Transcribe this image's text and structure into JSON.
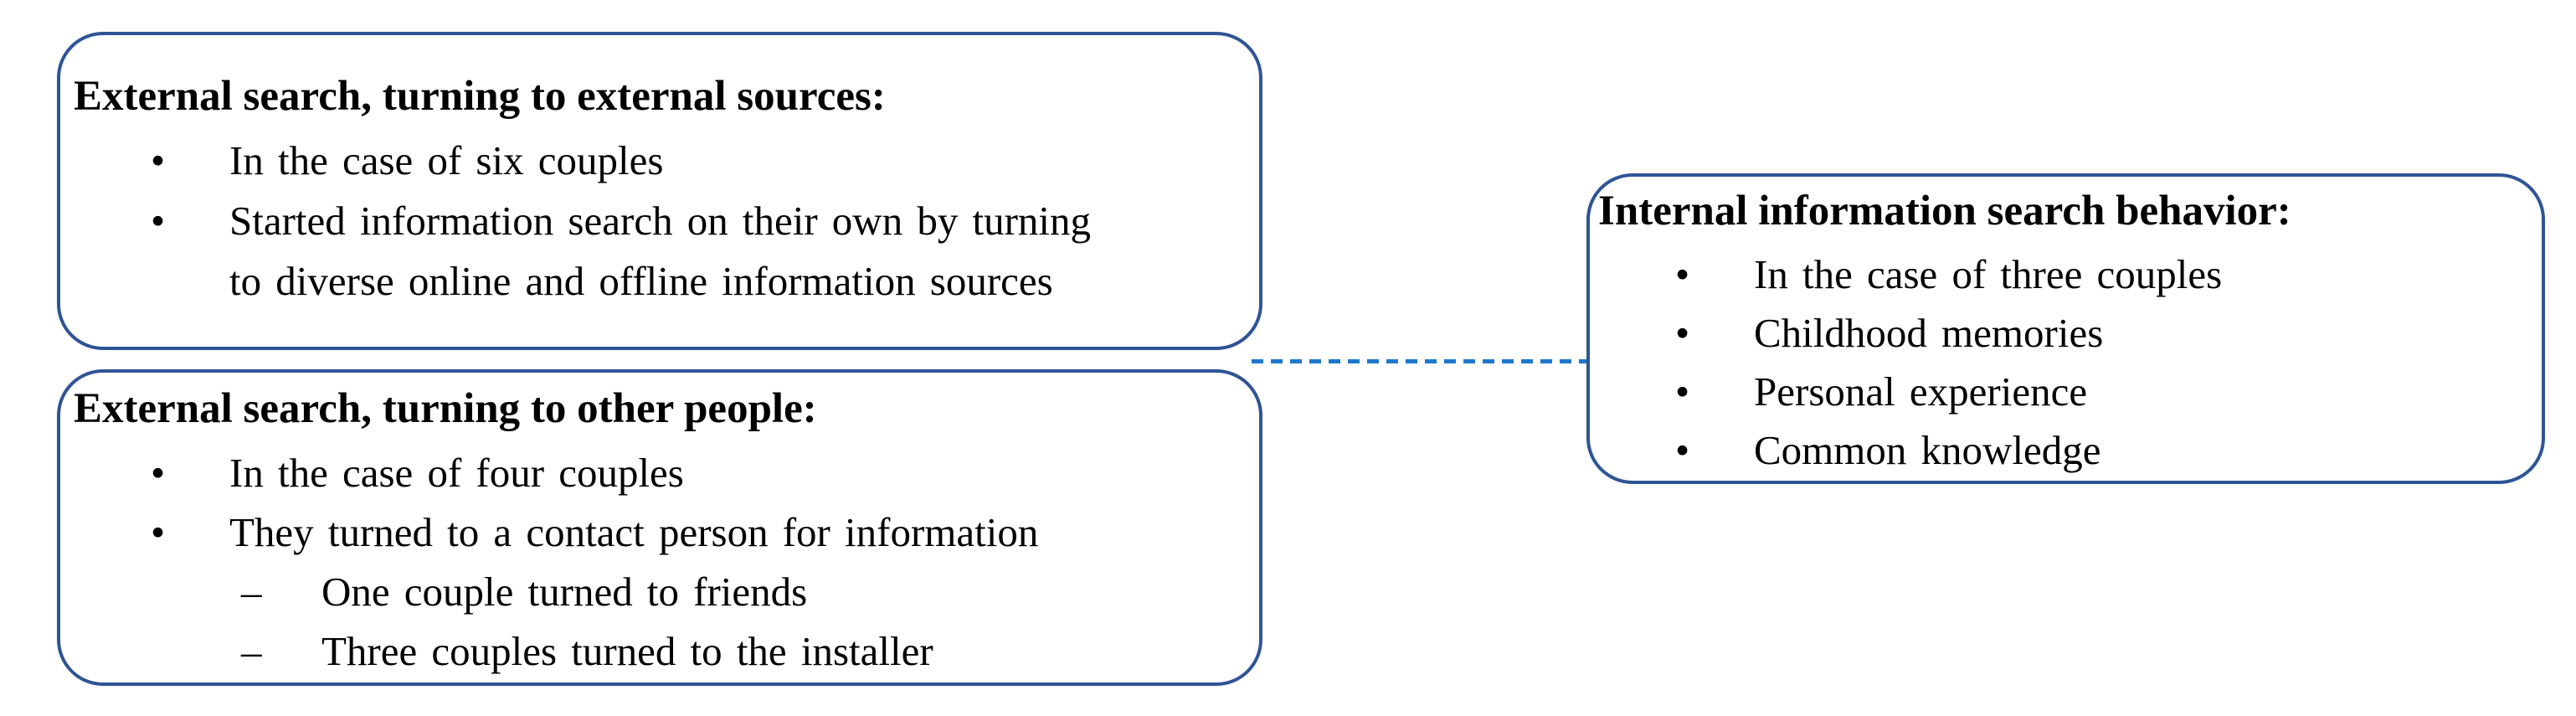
{
  "colors": {
    "background": "#FFFFFF",
    "box_border": "#2F5496",
    "connector_dash": "#1E78CC",
    "text": "#000000"
  },
  "glyphs": {
    "bullet": "•",
    "dash": "–"
  },
  "connector": {
    "style": "dashed-line",
    "from": "external-search-boxes",
    "to": "internal-search-box"
  },
  "boxes": [
    {
      "id": "external-sources",
      "title": "External search, turning to external sources:",
      "items": [
        {
          "marker": "bullet",
          "text": "In the case of six couples"
        },
        {
          "marker": "bullet",
          "text": "Started information search on their own by turning\nto diverse online and offline information sources"
        }
      ]
    },
    {
      "id": "other-people",
      "title": "External search, turning to other people:",
      "items": [
        {
          "marker": "bullet",
          "text": "In the case of four couples"
        },
        {
          "marker": "bullet",
          "text": "They turned to a contact person for information"
        },
        {
          "marker": "dash",
          "text": "One couple turned to friends"
        },
        {
          "marker": "dash",
          "text": "Three couples turned to the installer"
        }
      ]
    },
    {
      "id": "internal-search",
      "title": "Internal information search behavior:",
      "items": [
        {
          "marker": "bullet",
          "text": "In the case of three couples"
        },
        {
          "marker": "bullet",
          "text": "Childhood memories"
        },
        {
          "marker": "bullet",
          "text": "Personal experience"
        },
        {
          "marker": "bullet",
          "text": "Common knowledge"
        }
      ]
    }
  ]
}
